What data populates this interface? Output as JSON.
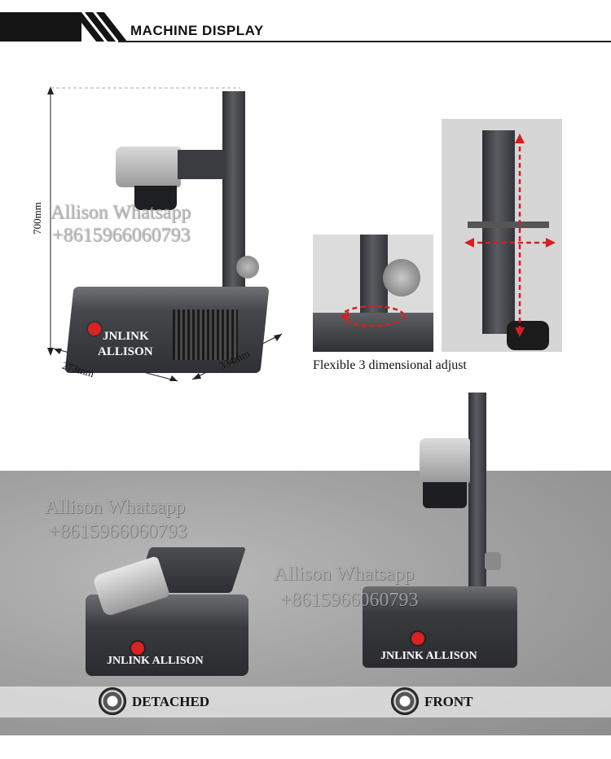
{
  "header": {
    "title": "MACHINE DISPLAY"
  },
  "dimensions": {
    "height": "700mm",
    "depth": "273mm",
    "width": "334mm"
  },
  "brand": {
    "line1": "JNLINK",
    "line2": "ALLISON",
    "full": "JNLINK ALLISON"
  },
  "watermark": {
    "line1": "Allison Whatsapp",
    "line2": "+8615966060793"
  },
  "adjust_caption": "Flexible 3 dimensional adjust",
  "labels": {
    "detached": "DETACHED",
    "front": "FRONT"
  },
  "icons": {
    "gear_left": "gear-icon",
    "gear_right": "gear-icon",
    "estop": "emergency-stop-icon"
  },
  "colors": {
    "steel_dark": "#2e2f33",
    "red_dashed": "#d42020",
    "concrete": "#a3a3a3"
  }
}
